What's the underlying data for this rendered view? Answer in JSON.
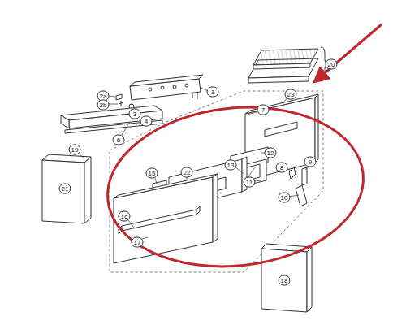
{
  "diagram": {
    "labels": [
      "20",
      "1",
      "2a",
      "2b",
      "3",
      "4",
      "6",
      "23",
      "7",
      "12",
      "19",
      "8",
      "9",
      "13",
      "11",
      "22",
      "15",
      "10",
      "21",
      "16",
      "17",
      "18"
    ]
  }
}
